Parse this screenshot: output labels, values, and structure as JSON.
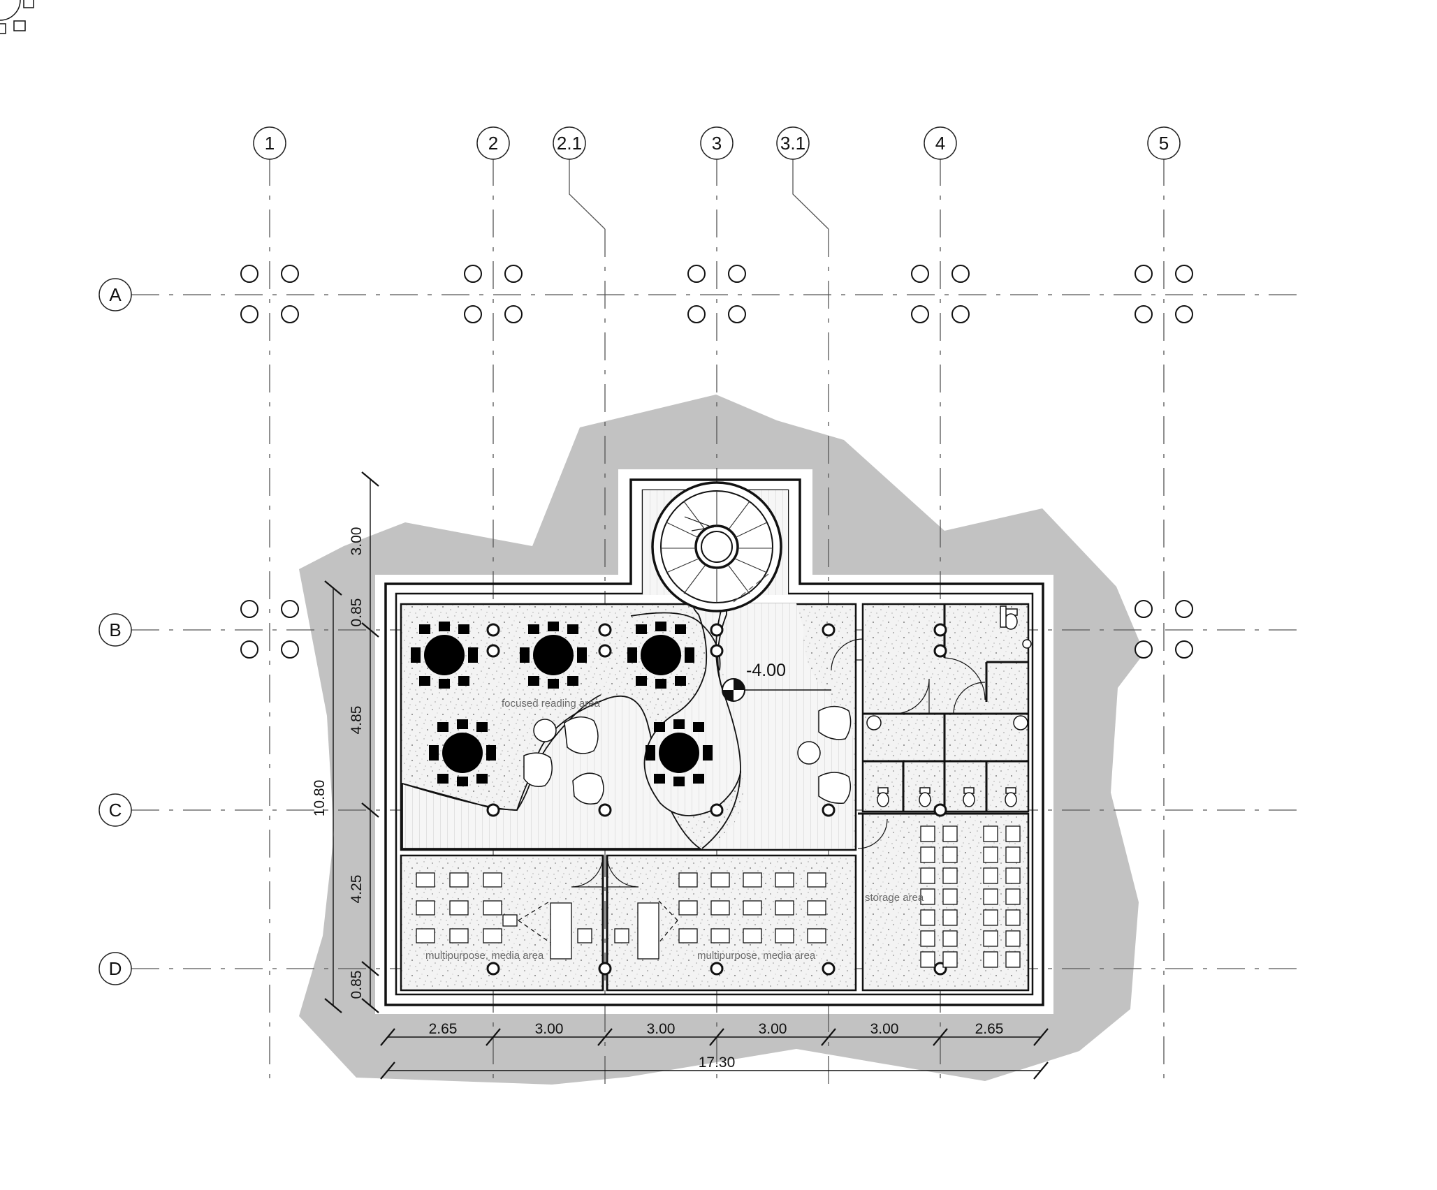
{
  "grid": {
    "columns": [
      {
        "id": "col-1",
        "label": "1"
      },
      {
        "id": "col-2",
        "label": "2"
      },
      {
        "id": "col-2-1",
        "label": "2.1"
      },
      {
        "id": "col-3",
        "label": "3"
      },
      {
        "id": "col-3-1",
        "label": "3.1"
      },
      {
        "id": "col-4",
        "label": "4"
      },
      {
        "id": "col-5",
        "label": "5"
      }
    ],
    "rows": [
      {
        "id": "row-a",
        "label": "A"
      },
      {
        "id": "row-b",
        "label": "B"
      },
      {
        "id": "row-c",
        "label": "C"
      },
      {
        "id": "row-d",
        "label": "D"
      }
    ]
  },
  "dimensions": {
    "horizontal": [
      "2.65",
      "3.00",
      "3.00",
      "3.00",
      "3.00",
      "2.65"
    ],
    "horizontal_total": "17.30",
    "vertical": [
      "3.00",
      "0.85",
      "4.85",
      "4.25",
      "0.85"
    ],
    "vertical_total": "10.80"
  },
  "level": "-4.00",
  "rooms": {
    "reading": "focused reading area",
    "media_left": "multipurpose, media area",
    "media_right": "multipurpose, media area",
    "storage": "storage area"
  },
  "colors": {
    "terrain": "#c2c2c2",
    "wall": "#111111",
    "floor": "#f1f1f1",
    "background": "#ffffff"
  }
}
